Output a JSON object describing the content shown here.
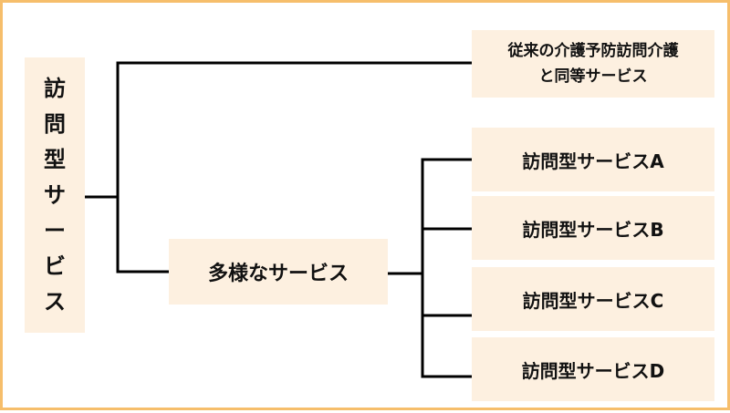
{
  "diagram": {
    "root_chars": [
      "訪",
      "問",
      "型",
      "サ",
      "ー",
      "ビ",
      "ス"
    ],
    "top_node": {
      "line1": "従来の介護予防訪問介護",
      "line2": "と同等サービス"
    },
    "middle_node": "多様なサービス",
    "leaves": [
      "訪問型サービスA",
      "訪問型サービスB",
      "訪問型サービスC",
      "訪問型サービスD"
    ],
    "colors": {
      "frame": "#f6be6b",
      "box_fill": "#fdf0e0",
      "line": "#000000"
    }
  }
}
